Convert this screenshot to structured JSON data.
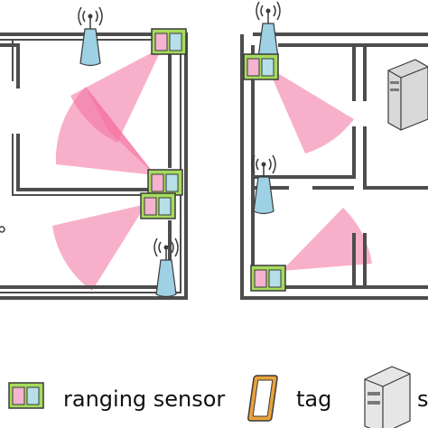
{
  "colors": {
    "wall": "#4d4d4d",
    "sensor_green": "#a6db5e",
    "sensor_pink": "#f4b3cf",
    "sensor_blue": "#b7dfea",
    "beam_pink": "#f36f9e",
    "antenna_blue": "#9ed1e3",
    "tag_orange": "#d9902b",
    "server_gray": "#d9d9d9"
  },
  "icons": [
    "ranging-sensor-icon",
    "antenna-icon",
    "tag-icon",
    "server-icon",
    "signal-waves-icon"
  ],
  "legend": {
    "ranging_sensor_label": "ranging sensor",
    "tag_label": "tag",
    "server_label_fragment": "s"
  }
}
